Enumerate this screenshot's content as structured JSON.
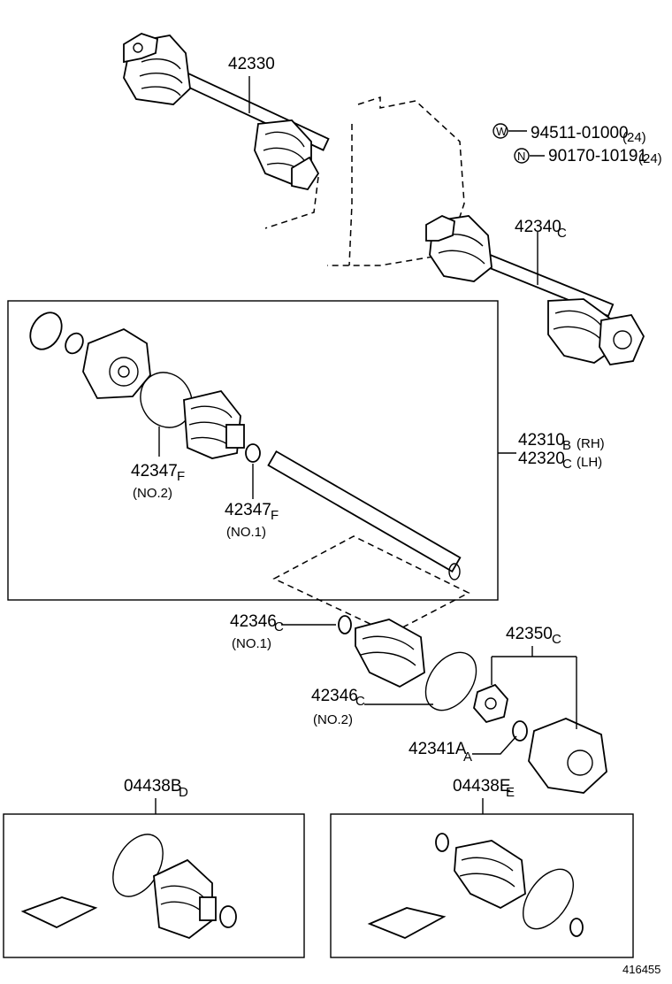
{
  "labels": {
    "axle_upper": "42330",
    "washer": "94511-01000",
    "washer_qty": "(24)",
    "nut": "90170-10191",
    "nut_qty": "(24)",
    "axle_right": "42340",
    "axle_right_suffix": "C",
    "shaft_rh": "42310",
    "shaft_rh_suffix": "B",
    "shaft_rh_side": "(RH)",
    "shaft_lh": "42320",
    "shaft_lh_suffix": "C",
    "shaft_lh_side": "(LH)",
    "clamp_no2": "42347",
    "clamp_no2_suffix": "F",
    "clamp_no2_tag": "(NO.2)",
    "clamp_no1": "42347",
    "clamp_no1_suffix": "F",
    "clamp_no1_tag": "(NO.1)",
    "band_no1": "42346",
    "band_no1_suffix": "C",
    "band_no1_tag": "(NO.1)",
    "band_no2": "42346",
    "band_no2_suffix": "C",
    "band_no2_tag": "(NO.2)",
    "tripod": "42350",
    "tripod_suffix": "C",
    "snap_ring": "42341A",
    "snap_ring_suffix": "A",
    "kit_left": "04438B",
    "kit_left_suffix": "D",
    "kit_right": "04438E",
    "kit_right_suffix": "E",
    "figure_id": "416455"
  },
  "icons": {
    "washer_symbol": "W",
    "nut_symbol": "N"
  }
}
